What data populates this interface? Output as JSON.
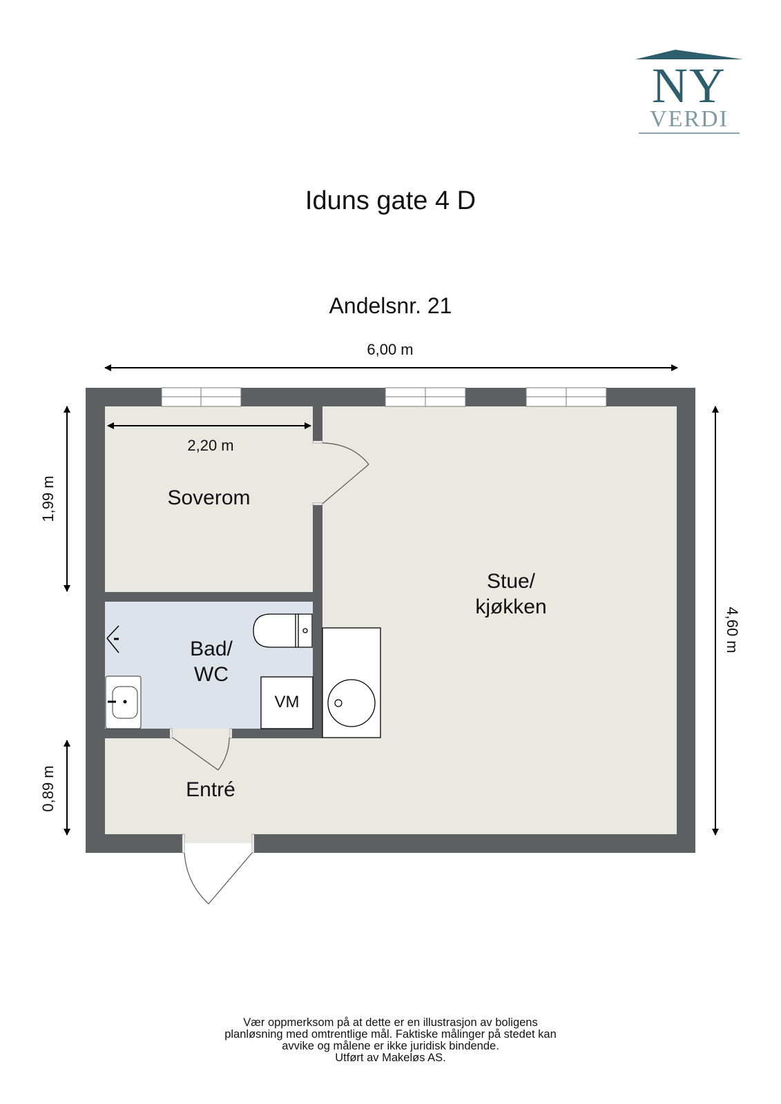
{
  "logo": {
    "line1": "NY",
    "line2": "VERDI",
    "colors": {
      "primary": "#2c5f6b",
      "secondary": "#7f9aa3"
    }
  },
  "header": {
    "title": "Iduns gate 4 D",
    "subtitle": "Andelsnr. 21"
  },
  "dimensions": {
    "total_width": "6,00 m",
    "total_depth": "4,60 m",
    "bedroom_width": "2,20 m",
    "bedroom_depth": "1,99 m",
    "entry_depth": "0,89 m"
  },
  "rooms": {
    "bedroom": "Soverom",
    "living_kitchen_line1": "Stue/",
    "living_kitchen_line2": "kjøkken",
    "bath_line1": "Bad/",
    "bath_line2": "WC",
    "entry": "Entré",
    "washing_machine": "VM"
  },
  "colors": {
    "wall": "#5d5f63",
    "floor": "#e9e9e2",
    "bath_floor": "#dde3ea"
  },
  "disclaimer": {
    "line1": "Vær oppmerksom på at dette er en illustrasjon av boligens",
    "line2": "planløsning med omtrentlige mål. Faktiske målinger på stedet kan",
    "line3": "avvike og målene er ikke juridisk bindende.",
    "line4": "Utført av Makeløs AS."
  }
}
